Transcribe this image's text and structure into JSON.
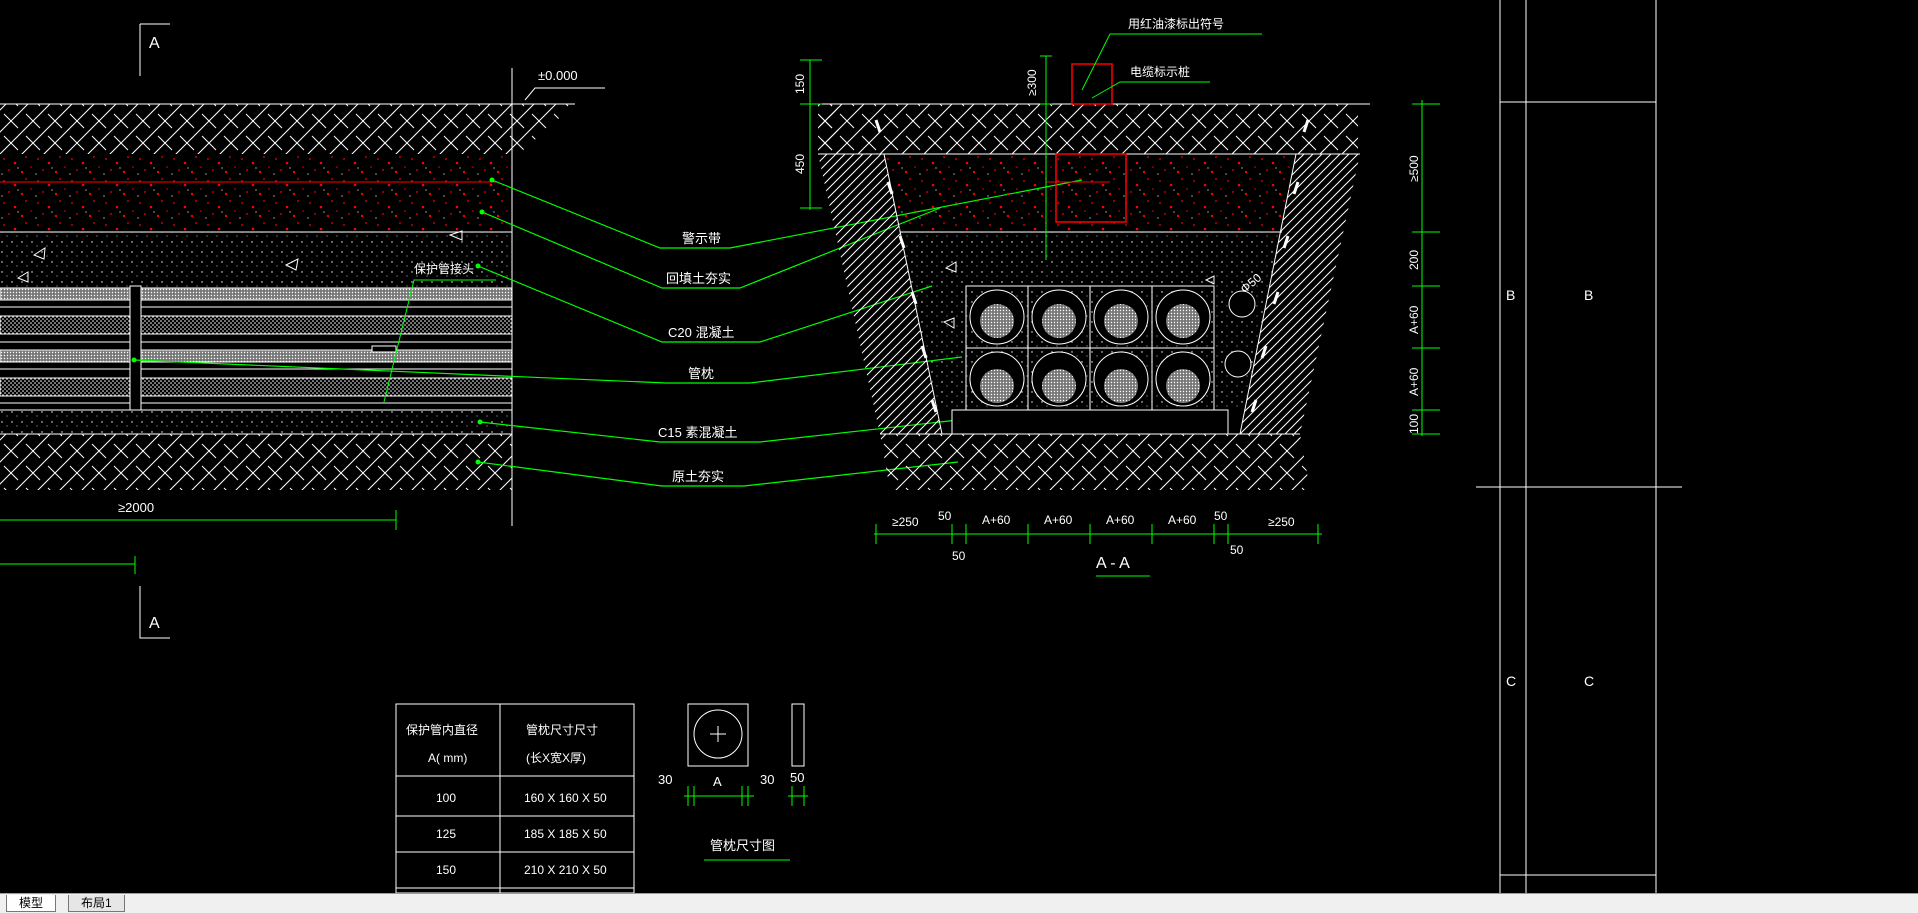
{
  "colors": {
    "background": "#000000",
    "line": "#ffffff",
    "leader": "#00ff00",
    "dimension": "#00ff00",
    "accent": "#ff0000"
  },
  "section_marks": {
    "top": "A",
    "bottom": "A",
    "section_title": "A - A"
  },
  "longitudinal": {
    "elevation": "±0.000",
    "length": "≥2000",
    "label_protect_joint": "保护管接头"
  },
  "callouts": [
    "警示带",
    "回填土夯实",
    "C20 混凝土",
    "管枕",
    "C15 素混凝土",
    "原土夯实"
  ],
  "cross_section": {
    "label_marker": "用红油漆标出符号",
    "label_post": "电缆标示桩",
    "dim_post": "≥300",
    "left_dims": [
      "150",
      "450"
    ],
    "right_dims": [
      "≥500",
      "200",
      "A+60",
      "A+60",
      "100"
    ],
    "bottom_dims": [
      "≥250",
      "50",
      "A+60",
      "A+60",
      "A+60",
      "A+60",
      "50",
      "≥250"
    ],
    "bottom_dims_lower": [
      "50",
      "50"
    ],
    "spare_pipe": "Φ50"
  },
  "table": {
    "headers": [
      [
        "保护管内直径",
        "A( mm)"
      ],
      [
        "管枕尺寸尺寸",
        "(长X宽X厚)"
      ]
    ],
    "rows": [
      [
        "100",
        "160 X 160 X 50"
      ],
      [
        "125",
        "185 X 185 X 50"
      ],
      [
        "150",
        "210 X 210 X 50"
      ]
    ]
  },
  "pillow_detail": {
    "dim_a": "A",
    "dim_side1": "30",
    "dim_side2": "30",
    "dim_thick": "50",
    "title": "管枕尺寸图"
  },
  "title_block": {
    "rows": [
      [
        "B",
        "B"
      ],
      [
        "C",
        "C"
      ]
    ]
  },
  "tabs": [
    "模型",
    "布局1"
  ]
}
